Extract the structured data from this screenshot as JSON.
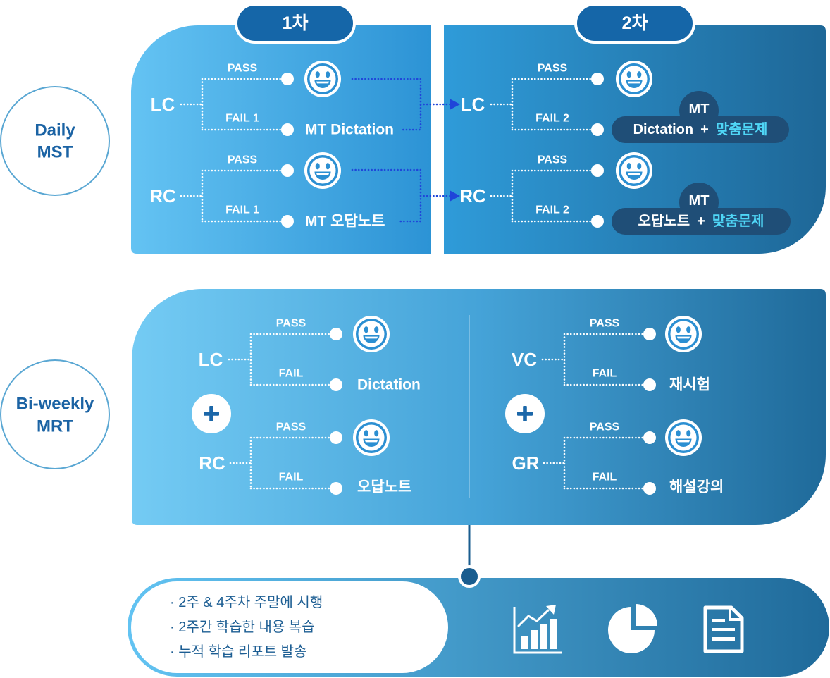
{
  "rows": {
    "daily": {
      "title_line1": "Daily",
      "title_line2": "MST"
    },
    "biweekly": {
      "title_line1": "Bi-weekly",
      "title_line2": "MRT"
    }
  },
  "daily_mst": {
    "round1": {
      "tab": "1차",
      "tracks": [
        {
          "subject": "LC",
          "pass_label": "PASS",
          "fail_label": "FAIL 1",
          "pass_result_icon": "smiley-icon",
          "fail_result": "MT Dictation"
        },
        {
          "subject": "RC",
          "pass_label": "PASS",
          "fail_label": "FAIL 1",
          "pass_result_icon": "smiley-icon",
          "fail_result": "MT 오답노트"
        }
      ]
    },
    "round2": {
      "tab": "2차",
      "tracks": [
        {
          "subject": "LC",
          "pass_label": "PASS",
          "fail_label": "FAIL 2",
          "pass_result_icon": "smiley-icon",
          "badge": "MT",
          "fail_result": "Dictation",
          "joiner": "+",
          "fail_result_extra": "맞춤문제"
        },
        {
          "subject": "RC",
          "pass_label": "PASS",
          "fail_label": "FAIL 2",
          "pass_result_icon": "smiley-icon",
          "badge": "MT",
          "fail_result": "오답노트",
          "joiner": "+",
          "fail_result_extra": "맞춤문제"
        }
      ]
    }
  },
  "biweekly_mrt": {
    "groups": [
      {
        "combine_icon": "plus-icon",
        "tracks": [
          {
            "subject": "LC",
            "pass_label": "PASS",
            "fail_label": "FAIL",
            "pass_result_icon": "smiley-icon",
            "fail_result": "Dictation"
          },
          {
            "subject": "RC",
            "pass_label": "PASS",
            "fail_label": "FAIL",
            "pass_result_icon": "smiley-icon",
            "fail_result": "오답노트"
          }
        ]
      },
      {
        "combine_icon": "plus-icon",
        "tracks": [
          {
            "subject": "VC",
            "pass_label": "PASS",
            "fail_label": "FAIL",
            "pass_result_icon": "smiley-icon",
            "fail_result": "재시험"
          },
          {
            "subject": "GR",
            "pass_label": "PASS",
            "fail_label": "FAIL",
            "pass_result_icon": "smiley-icon",
            "fail_result": "해설강의"
          }
        ]
      }
    ]
  },
  "summary": {
    "bullets": [
      "· 2주 & 4주차 주말에 시행",
      "· 2주간 학습한 내용 복습",
      "· 누적 학습 리포트 발송"
    ],
    "icons": [
      "bar-chart-growth-icon",
      "pie-chart-icon",
      "document-icon"
    ]
  },
  "colors": {
    "tab": "#1566a8",
    "title": "#1b63a4",
    "highlight": "#4fd6f6",
    "pill": "#1f4e77",
    "arrow": "#1f45d9",
    "connector": "#1a5d8f",
    "bullet": "#1d5e93"
  }
}
